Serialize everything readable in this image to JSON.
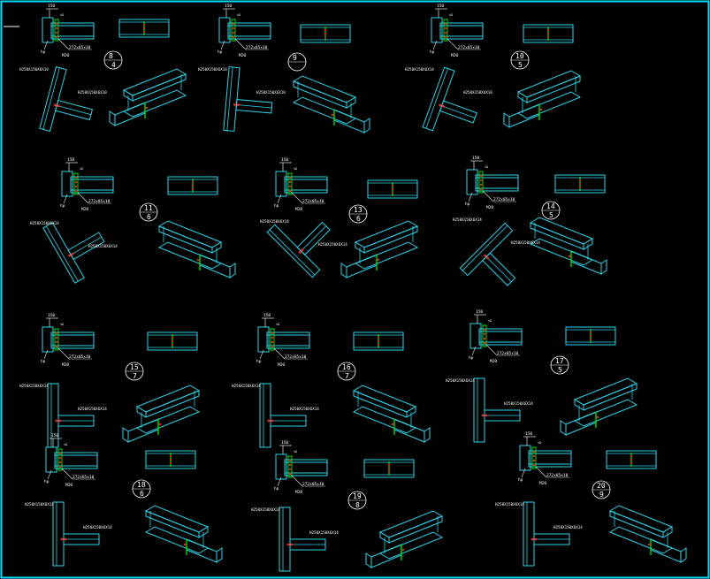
{
  "colors": {
    "background": "#000000",
    "frame": "#00e0ff",
    "steel": "#2fd3e8",
    "dim": "#e8e8e8",
    "weld": "#00e000",
    "bolt": "#ff2020",
    "text": "#ffffff"
  },
  "details": [
    {
      "id": "8",
      "sub": "4",
      "size_top": "H250X150X6X10",
      "size_side": "H250X150X6X10"
    },
    {
      "id": "9",
      "sub": "",
      "size_top": "H250X150X6X10",
      "size_side": "H250X150X6X14"
    },
    {
      "id": "10",
      "sub": "5",
      "size_top": "H250X150X6X10",
      "size_side": "H250X150X6X14"
    },
    {
      "id": "11",
      "sub": "6",
      "size_top": "H250X150X6X14",
      "size_side": "H250X150X6X14"
    },
    {
      "id": "13",
      "sub": "6",
      "size_top": "H250X150X6X14",
      "size_side": "H250X150X6X14"
    },
    {
      "id": "14",
      "sub": "5",
      "size_top": "H250X150X6X14",
      "size_side": "H250X150X6X14"
    },
    {
      "id": "15",
      "sub": "7",
      "size_top": "H250X150X6X14",
      "size_side": "H250X150X6X14"
    },
    {
      "id": "16",
      "sub": "7",
      "size_top": "H250X150X6X14",
      "size_side": "H250X150X6X14"
    },
    {
      "id": "17",
      "sub": "5",
      "size_top": "H250X150X6X14",
      "size_side": "H250X150X6X14"
    },
    {
      "id": "18",
      "sub": "6",
      "size_top": "H250X150X6X14",
      "size_side": "H250X150X6X14"
    },
    {
      "id": "19",
      "sub": "8",
      "size_top": "H250X150X6X14",
      "size_side": "H250X150X6X14"
    },
    {
      "id": "20",
      "sub": "9",
      "size_top": "H250X150X6X14",
      "size_side": "H250X150X6X14"
    }
  ],
  "dims": [
    "272x85x10",
    "M20",
    "272x85x10"
  ]
}
